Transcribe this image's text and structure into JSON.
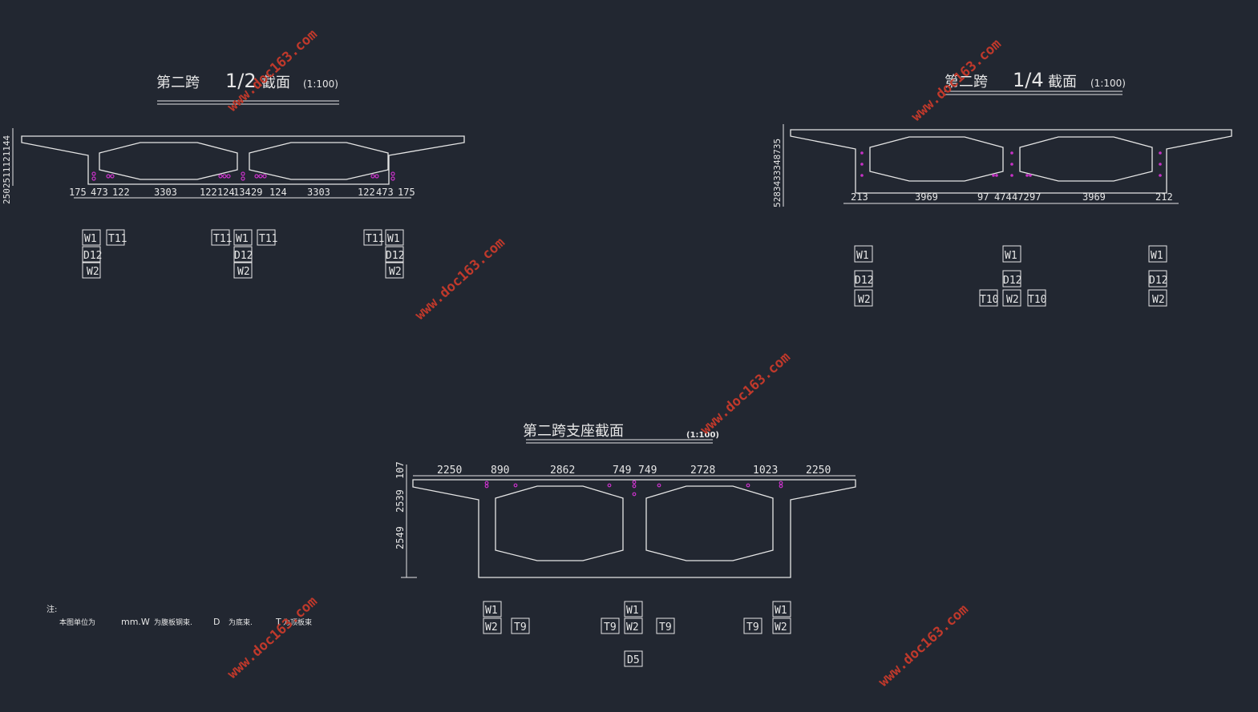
{
  "colors": {
    "background": "#222731",
    "line": "#e6e6e6",
    "rebar": "#c832c8",
    "watermark": "#c0392b"
  },
  "watermark": "www.doc163.com",
  "views": {
    "half": {
      "title": "第二跨",
      "fraction": "1/2",
      "suffix": "截面",
      "scale": "(1:100)",
      "dims": [
        "175",
        "473",
        "122",
        "3303",
        "122",
        "124",
        "134",
        "29",
        "124",
        "3303",
        "122",
        "473",
        "175"
      ],
      "vdims": "2502511121144",
      "tags": [
        "W1",
        "T11",
        "D12",
        "W2",
        "T11",
        "W1",
        "T11",
        "D12",
        "W2",
        "T11",
        "W1",
        "D12",
        "W2"
      ]
    },
    "quarter": {
      "title": "第二跨",
      "fraction": "1/4",
      "suffix": "截面",
      "scale": "(1:100)",
      "dims": [
        "213",
        "3969",
        "97",
        "474",
        "472",
        "97",
        "3969",
        "212"
      ],
      "vdims": "5283433348735",
      "tags": [
        "W1",
        "D12",
        "W2",
        "W1",
        "D12",
        "T10",
        "W2",
        "T10",
        "W1",
        "D12",
        "W2"
      ]
    },
    "support": {
      "title": "第二跨支座截面",
      "scale": "(1:100)",
      "dims": [
        "2250",
        "890",
        "2862",
        "749",
        "749",
        "2728",
        "1023",
        "2250"
      ],
      "vdims": [
        "107",
        "2539",
        "2549"
      ],
      "tags": [
        "W1",
        "W2",
        "T9",
        "W1",
        "T9",
        "W2",
        "T9",
        "W1",
        "T9",
        "W2",
        "D5"
      ]
    }
  },
  "note": {
    "label": "注:",
    "items": [
      "本图单位为",
      "mm.W",
      "为腹板钢束.",
      "D",
      "为底束.",
      "T",
      "为顶板束"
    ]
  }
}
